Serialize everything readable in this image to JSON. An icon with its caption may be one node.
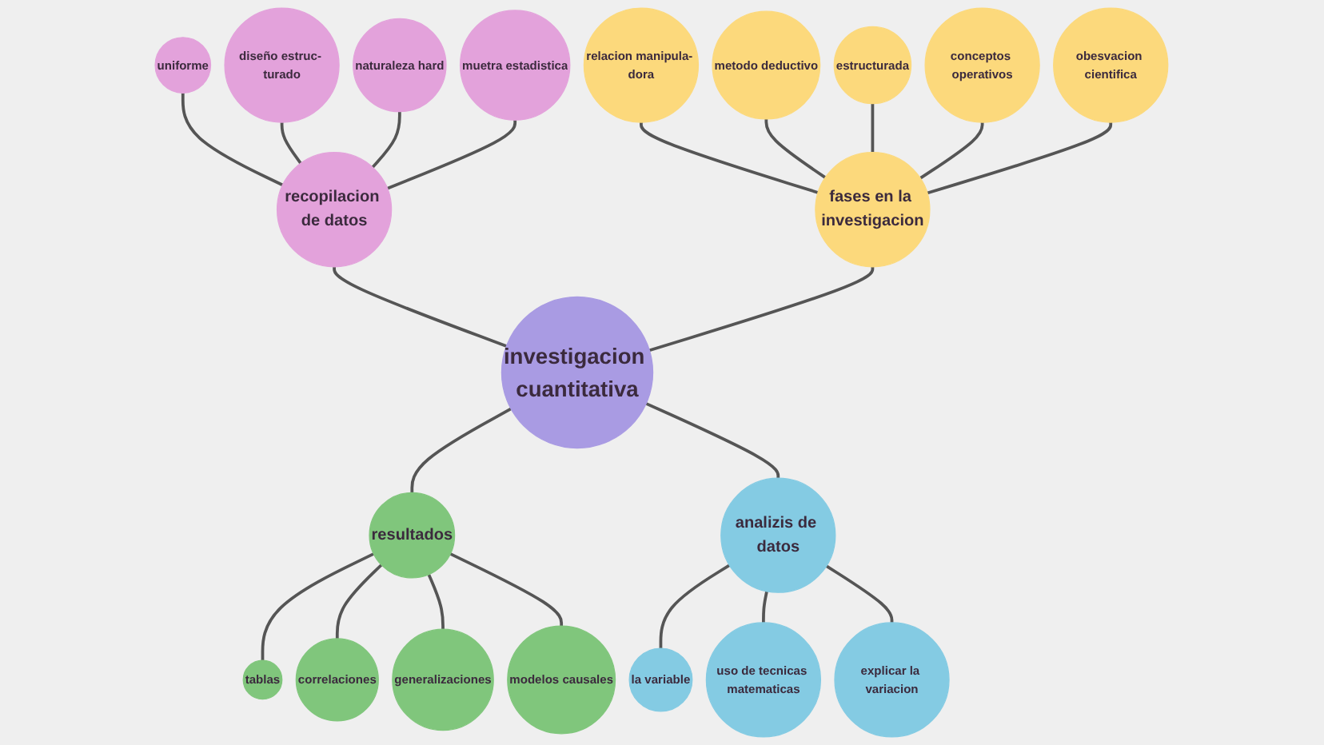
{
  "diagram": {
    "nodes": [
      {
        "text": [
          "investigacion cuantitativa"
        ]
      },
      {
        "text": [
          "recopilacion de datos"
        ]
      },
      {
        "text": [
          "uniforme"
        ]
      },
      {
        "text": [
          "diseño estruc- turado"
        ]
      },
      {
        "text": [
          "naturaleza hard"
        ]
      },
      {
        "text": [
          "muetra estadistica"
        ]
      },
      {
        "text": [
          "fases en la investigacion"
        ]
      },
      {
        "text": [
          "relacion manipula- dora"
        ]
      },
      {
        "text": [
          "metodo deductivo"
        ]
      },
      {
        "text": [
          "estructurada"
        ]
      },
      {
        "text": [
          "conceptos operativos"
        ]
      },
      {
        "text": [
          "obesvacion cientifica"
        ]
      },
      {
        "text": [
          "resultados"
        ]
      },
      {
        "text": [
          "tablas"
        ]
      },
      {
        "text": [
          "correlaciones"
        ]
      },
      {
        "text": [
          "generalizaciones"
        ]
      },
      {
        "text": [
          "modelos causales"
        ]
      },
      {
        "text": [
          "analizis de datos"
        ]
      },
      {
        "text": [
          "la variable"
        ]
      },
      {
        "text": [
          "uso de tecnicas matematicas"
        ]
      },
      {
        "text": [
          "explicar la variacion"
        ]
      }
    ],
    "edges": [
      {
        "from": 1,
        "to": 0,
        "arrow": "none"
      },
      {
        "from": 2,
        "to": 1,
        "arrow": "none"
      },
      {
        "from": 3,
        "to": 1,
        "arrow": "none"
      },
      {
        "from": 4,
        "to": 1,
        "arrow": "none"
      },
      {
        "from": 5,
        "to": 1,
        "arrow": "none"
      },
      {
        "from": 6,
        "to": 0,
        "arrow": "none"
      },
      {
        "from": 7,
        "to": 6,
        "arrow": "none"
      },
      {
        "from": 8,
        "to": 6,
        "arrow": "none"
      },
      {
        "from": 9,
        "to": 6,
        "arrow": "none"
      },
      {
        "from": 10,
        "to": 6,
        "arrow": "none"
      },
      {
        "from": 11,
        "to": 6,
        "arrow": "none"
      },
      {
        "from": 0,
        "to": 12,
        "arrow": "none"
      },
      {
        "from": 12,
        "to": 13,
        "arrow": "none"
      },
      {
        "from": 12,
        "to": 14,
        "arrow": "none"
      },
      {
        "from": 12,
        "to": 15,
        "arrow": "none"
      },
      {
        "from": 12,
        "to": 16,
        "arrow": "none"
      },
      {
        "from": 0,
        "to": 17,
        "arrow": "none"
      },
      {
        "from": 17,
        "to": 18,
        "arrow": "none"
      },
      {
        "from": 17,
        "to": 19,
        "arrow": "none"
      },
      {
        "from": 17,
        "to": 20,
        "arrow": "none"
      }
    ]
  }
}
